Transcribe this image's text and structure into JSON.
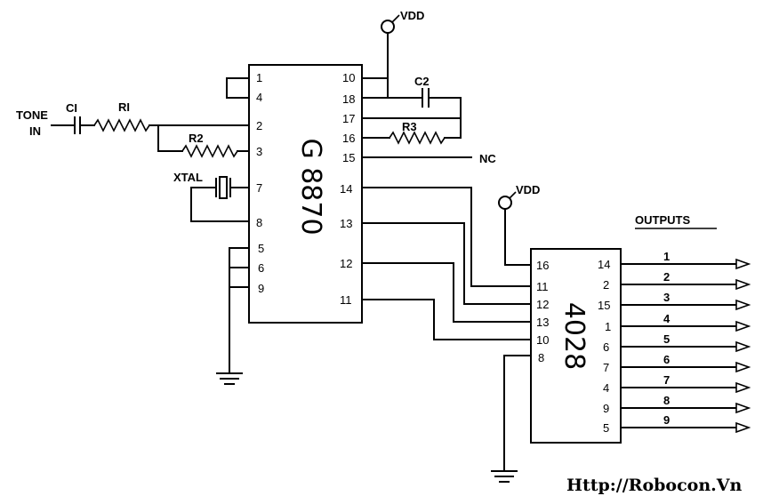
{
  "labels": {
    "vdd_top": "VDD",
    "vdd_right": "VDD",
    "tone_line1": "TONE",
    "tone_line2": "IN",
    "c1": "CI",
    "r1": "RI",
    "r2": "R2",
    "r3": "R3",
    "c2": "C2",
    "xtal": "XTAL",
    "nc": "NC",
    "outputs": "OUTPUTS",
    "watermark": "Http://Robocon.Vn"
  },
  "ic1": {
    "name": "G 8870",
    "left_pins": [
      "1",
      "4",
      "2",
      "3",
      "7",
      "8",
      "5",
      "6",
      "9"
    ],
    "right_pins": [
      "10",
      "18",
      "17",
      "16",
      "15",
      "14",
      "13",
      "12",
      "11"
    ]
  },
  "ic2": {
    "name": "4028",
    "left_pins": [
      "16",
      "11",
      "12",
      "13",
      "10",
      "8"
    ],
    "right_pins": [
      "14",
      "2",
      "15",
      "1",
      "6",
      "7",
      "4",
      "9",
      "5"
    ]
  },
  "outputs": [
    "1",
    "2",
    "3",
    "4",
    "5",
    "6",
    "7",
    "8",
    "9"
  ]
}
